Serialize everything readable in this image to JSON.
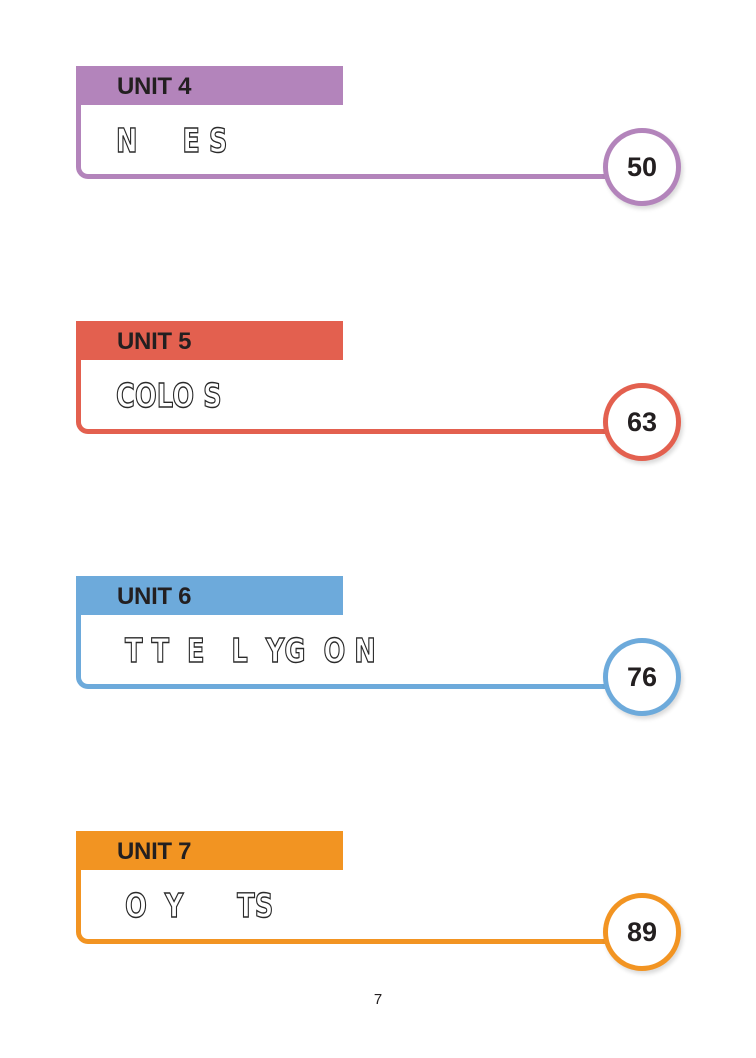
{
  "units": [
    {
      "label": "UNIT 4",
      "title": "N     E S",
      "page": "50",
      "color": "#b384bb"
    },
    {
      "label": "UNIT 5",
      "title": "COLO S",
      "page": "63",
      "color": "#e3604f"
    },
    {
      "label": "UNIT 6",
      "title": " T T  E   L  YG  O N",
      "page": "76",
      "color": "#6daadb"
    },
    {
      "label": "UNIT 7",
      "title": " O  Y      TS",
      "page": "89",
      "color": "#f29422"
    }
  ],
  "footer": {
    "page_number": "7"
  }
}
